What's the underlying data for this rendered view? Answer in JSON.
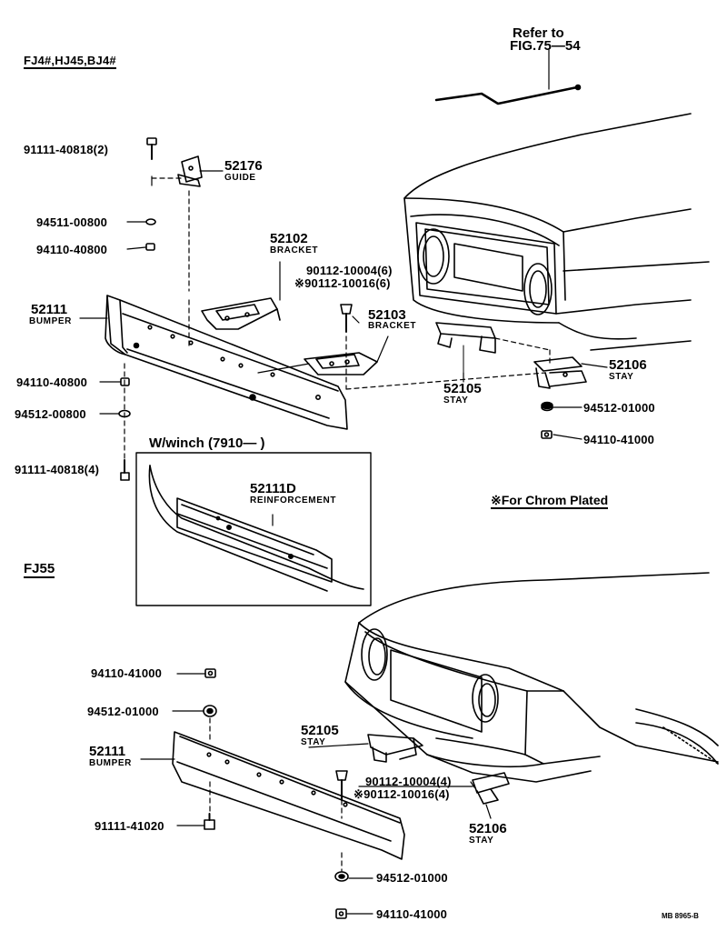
{
  "headers": {
    "models_top": "FJ4#,HJ45,BJ4#",
    "models_bottom": "FJ55",
    "winch": "W/winch (7910—      )",
    "chrome_note": "※For Chrom Plated",
    "refer_line1": "Refer to",
    "refer_line2": "FIG.75—54"
  },
  "parts": {
    "p91111_40818_2": "91111-40818(2)",
    "p52176": "52176",
    "p52176_name": "GUIDE",
    "p94511_00800": "94511-00800",
    "p94110_40800_a": "94110-40800",
    "p52102": "52102",
    "p52102_name": "BRACKET",
    "p90112_10004_6": "90112-10004(6)",
    "p90112_10016_6": "※90112-10016(6)",
    "p52111_a": "52111",
    "p52111_a_name": "BUMPER",
    "p52103": "52103",
    "p52103_name": "BRACKET",
    "p94110_40800_b": "94110-40800",
    "p94512_00800": "94512-00800",
    "p91111_40818_4": "91111-40818(4)",
    "p52105_a": "52105",
    "p52105_a_name": "STAY",
    "p52106_a": "52106",
    "p52106_a_name": "STAY",
    "p94512_01000_a": "94512-01000",
    "p94110_41000_a": "94110-41000",
    "p52111D": "52111D",
    "p52111D_name": "REINFORCEMENT",
    "p94110_41000_b": "94110-41000",
    "p94512_01000_b": "94512-01000",
    "p52111_b": "52111",
    "p52111_b_name": "BUMPER",
    "p91111_41020": "91111-41020",
    "p52105_b": "52105",
    "p52105_b_name": "STAY",
    "p90112_10004_4": "90112-10004(4)",
    "p90112_10016_4": "※90112-10016(4)",
    "p52106_b": "52106",
    "p52106_b_name": "STAY",
    "p94512_01000_c": "94512-01000",
    "p94110_41000_c": "94110-41000"
  },
  "footer": {
    "code": "MB  8965-B"
  }
}
